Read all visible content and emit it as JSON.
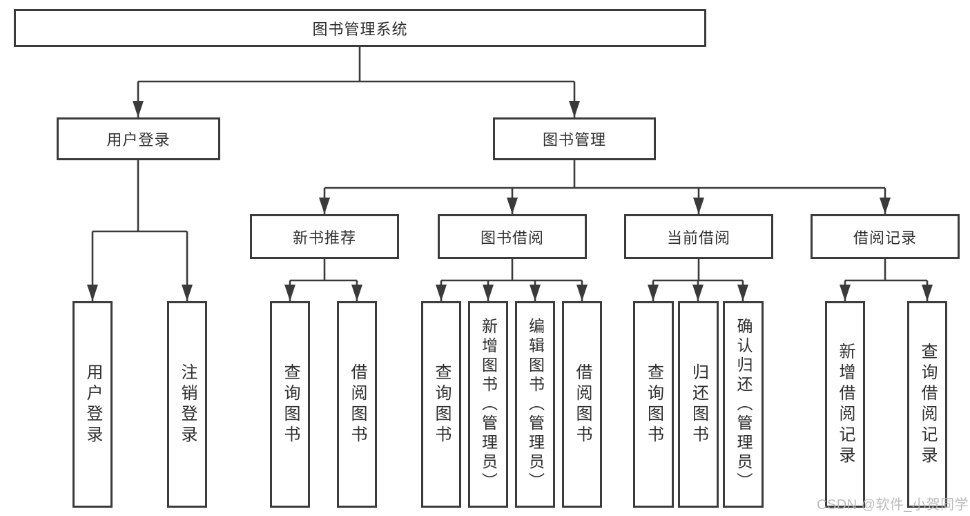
{
  "diagram": {
    "root": "图书管理系统",
    "level2": [
      "用户登录",
      "图书管理"
    ],
    "level3": [
      "新书推荐",
      "图书借阅",
      "当前借阅",
      "借阅记录"
    ],
    "leaves": {
      "login": [
        "用户登录",
        "注销登录"
      ],
      "recommend": [
        "查询图书",
        "借阅图书"
      ],
      "borrow": [
        "查询图书",
        "新增图书（管理员）",
        "编辑图书（管理员）",
        "借阅图书"
      ],
      "current": [
        "查询图书",
        "归还图书",
        "确认归还（管理员）"
      ],
      "records": [
        "新增借阅记录",
        "查询借阅记录"
      ]
    }
  },
  "watermark": "CSDN @软件_小贺同学",
  "colors": {
    "line": "#3a3a3a",
    "border": "#3b3b3b",
    "text": "#2e2e2e",
    "watermark": "#b7b7b7",
    "background": "#ffffff"
  }
}
